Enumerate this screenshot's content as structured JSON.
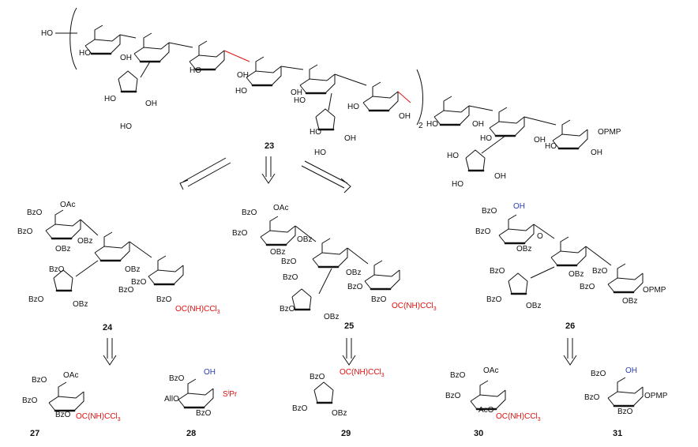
{
  "compounds": {
    "c23": "23",
    "c24": "24",
    "c25": "25",
    "c26": "26",
    "c27": "27",
    "c28": "28",
    "c29": "29",
    "c30": "30",
    "c31": "31"
  },
  "labels": {
    "HO": "HO",
    "OH": "OH",
    "O": "O",
    "repeat": "2",
    "OPMP": "OPMP",
    "BzO": "BzO",
    "OBz": "OBz",
    "OAc": "OAc",
    "AcO": "AcO",
    "AllO": "AllO",
    "imidate": "OC(NH)CCl",
    "sub3": "3",
    "SiPr": "S",
    "iPr": "i",
    "Pr": "Pr"
  },
  "colors": {
    "highlight_red": "#e01010",
    "highlight_blue": "#2a3fb0"
  }
}
